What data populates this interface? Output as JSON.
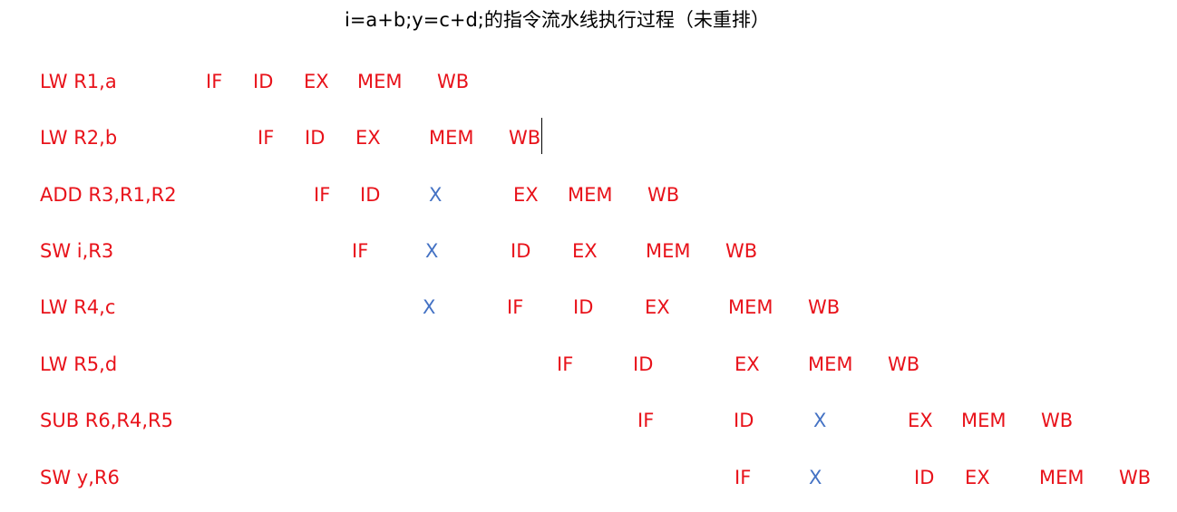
{
  "title": "i=a+b;y=c+d;的指令流水线执行过程（未重排）",
  "colors": {
    "instruction": "#e8121a",
    "stage": "#e8121a",
    "stall": "#4472c4",
    "title": "#000000"
  },
  "rows": [
    {
      "instruction": "LW R1,a",
      "stages": [
        "IF",
        "ID",
        "EX",
        "MEM",
        "WB"
      ]
    },
    {
      "instruction": "LW R2,b",
      "stages": [
        "IF",
        "ID",
        "EX",
        "MEM",
        "WB"
      ]
    },
    {
      "instruction": "ADD R3,R1,R2",
      "stages": [
        "IF",
        "ID",
        "X",
        "EX",
        "MEM",
        "WB"
      ]
    },
    {
      "instruction": "SW i,R3",
      "stages": [
        "IF",
        "X",
        "ID",
        "EX",
        "MEM",
        "WB"
      ]
    },
    {
      "instruction": "LW R4,c",
      "stages": [
        "X",
        "IF",
        "ID",
        "EX",
        "MEM",
        "WB"
      ]
    },
    {
      "instruction": "LW R5,d",
      "stages": [
        "IF",
        "ID",
        "EX",
        "MEM",
        "WB"
      ]
    },
    {
      "instruction": "SUB R6,R4,R5",
      "stages": [
        "IF",
        "ID",
        "X",
        "EX",
        "MEM",
        "WB"
      ]
    },
    {
      "instruction": "SW y,R6",
      "stages": [
        "IF",
        "X",
        "ID",
        "EX",
        "MEM",
        "WB"
      ]
    }
  ]
}
